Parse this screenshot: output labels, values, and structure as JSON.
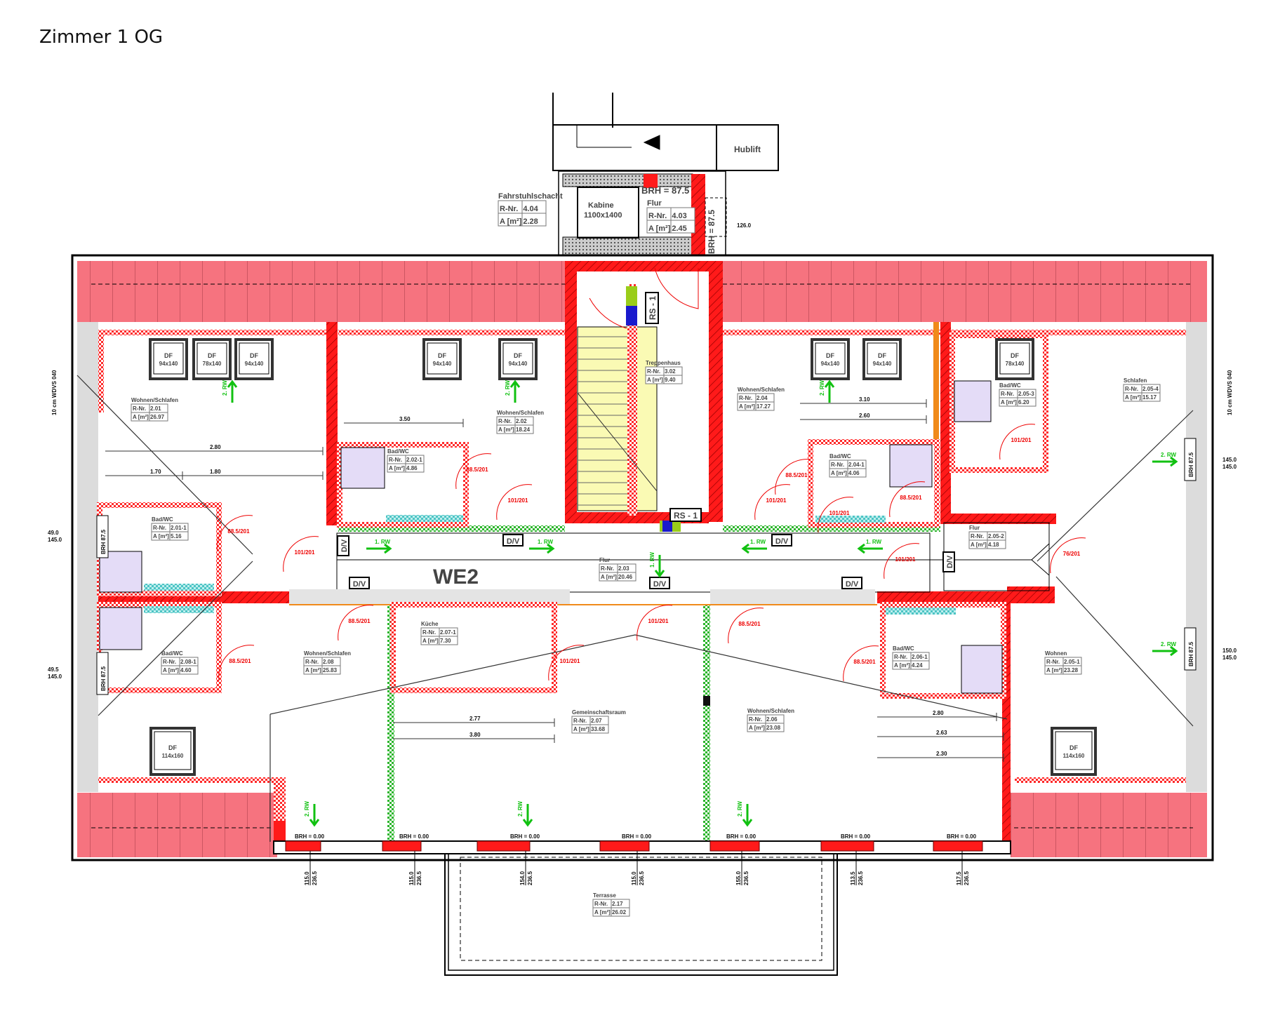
{
  "title": "Zimmer 1 OG",
  "unit_label": "WE2",
  "rooms": [
    {
      "name": "Fahrstuhlschacht",
      "r_nr": "4.04",
      "area": "2.28"
    },
    {
      "name": "Flur",
      "r_nr": "4.03",
      "area": "2.45"
    },
    {
      "name": "Treppenhaus",
      "r_nr": "3.02",
      "area": "9.40"
    },
    {
      "name": "Wohnen/Schlafen",
      "r_nr": "2.01",
      "area": "26.97"
    },
    {
      "name": "Bad/WC",
      "r_nr": "2.01-1",
      "area": "5.16"
    },
    {
      "name": "Wohnen/Schlafen",
      "r_nr": "2.02",
      "area": "18.24"
    },
    {
      "name": "Bad/WC",
      "r_nr": "2.02-1",
      "area": "4.86"
    },
    {
      "name": "Flur",
      "r_nr": "2.03",
      "area": "20.46"
    },
    {
      "name": "Wohnen/Schlafen",
      "r_nr": "2.04",
      "area": "17.27"
    },
    {
      "name": "Bad/WC",
      "r_nr": "2.04-1",
      "area": "4.06"
    },
    {
      "name": "Bad/WC",
      "r_nr": "2.05-3",
      "area": "6.20"
    },
    {
      "name": "Schlafen",
      "r_nr": "2.05-4",
      "area": "15.17"
    },
    {
      "name": "Flur",
      "r_nr": "2.05-2",
      "area": "4.18"
    },
    {
      "name": "Wohnen",
      "r_nr": "2.05-1",
      "area": "23.28"
    },
    {
      "name": "Bad/WC",
      "r_nr": "2.06-1",
      "area": "4.24"
    },
    {
      "name": "Wohnen/Schlafen",
      "r_nr": "2.06",
      "area": "23.08"
    },
    {
      "name": "Gemeinschaftsraum",
      "r_nr": "2.07",
      "area": "33.68"
    },
    {
      "name": "Küche",
      "r_nr": "2.07-1",
      "area": "7.30"
    },
    {
      "name": "Wohnen/Schlafen",
      "r_nr": "2.08",
      "area": "25.83"
    },
    {
      "name": "Bad/WC",
      "r_nr": "2.08-1",
      "area": "4.60"
    },
    {
      "name": "Terrasse",
      "r_nr": "2.17",
      "area": "26.02"
    }
  ],
  "room_table": {
    "r_nr_label": "R-Nr.",
    "area_label": "A [m²]"
  },
  "elevator": {
    "cabin": "Kabine",
    "cabin_size": "1100x1400",
    "lift": "Hublift",
    "brh_h": "BRH = 87.5",
    "brh_v": "BRH = 87.5",
    "dim": "126.0"
  },
  "windows": [
    {
      "type": "DF",
      "size": "94x140"
    },
    {
      "type": "DF",
      "size": "78x140"
    },
    {
      "type": "DF",
      "size": "94x140"
    },
    {
      "type": "DF",
      "size": "94x140"
    },
    {
      "type": "DF",
      "size": "94x140"
    },
    {
      "type": "DF",
      "size": "94x140"
    },
    {
      "type": "DF",
      "size": "94x140"
    },
    {
      "type": "DF",
      "size": "78x140"
    },
    {
      "type": "DF",
      "size": "114x160"
    },
    {
      "type": "DF",
      "size": "114x160"
    }
  ],
  "dv_tags": [
    "D/V",
    "D/V",
    "D/V",
    "D/V",
    "D/V",
    "D/V",
    "D/V"
  ],
  "rs_tags": [
    "RS - 1",
    "RS - 1"
  ],
  "escape_routes": [
    "1. RW",
    "1. RW",
    "1. RW",
    "1. RW",
    "1. RW",
    "2. RW",
    "2. RW",
    "2. RW",
    "2. RW",
    "2. RW",
    "2. RW",
    "2. RW",
    "2. RW"
  ],
  "doors": [
    "101/201",
    "88.5/201",
    "88.5/201",
    "101/201",
    "101/201",
    "88.5/201",
    "101/201",
    "88.5/201",
    "101/201",
    "76/201",
    "101/201",
    "88.5/201",
    "88.5/201",
    "101/201",
    "88.5/201",
    "88.5/201",
    "101/201"
  ],
  "brh_bottom": [
    "BRH = 0.00",
    "BRH = 0.00",
    "BRH = 0.00",
    "BRH = 0.00",
    "BRH = 0.00",
    "BRH = 0.00",
    "BRH = 0.00"
  ],
  "sill_dims": [
    {
      "a": "115.0",
      "b": "236.5"
    },
    {
      "a": "115.0",
      "b": "236.5"
    },
    {
      "a": "154.0",
      "b": "236.5"
    },
    {
      "a": "115.0",
      "b": "236.5"
    },
    {
      "a": "155.0",
      "b": "236.5"
    },
    {
      "a": "113.5",
      "b": "236.5"
    },
    {
      "a": "117.5",
      "b": "236.5"
    }
  ],
  "side_labels": {
    "insulation_left": "10 cm WDVS 040",
    "insulation_right": "10 cm WDVS 040",
    "left_top": {
      "a": "49.0",
      "b": "145.0"
    },
    "left_bottom": {
      "a": "49.5",
      "b": "145.0"
    },
    "right_top": {
      "a": "145.0",
      "b": "145.0"
    },
    "right_bottom": {
      "a": "150.0",
      "b": "145.0"
    },
    "brh_side": "BRH 87.5"
  },
  "dimensions": [
    "2.80",
    "1.80",
    "1.70",
    "3.50",
    "3.10",
    "2.60",
    "2.80",
    "2.77",
    "3.80",
    "2.30",
    "2.63"
  ],
  "colors": {
    "wall": "#ff1a1a",
    "roof": "#f6737f",
    "green_wall": "#2cb52c",
    "stairs": "#fafab4",
    "bath_fill": "#e4dcf7",
    "teal": "#4cc4c4",
    "escape": "#11c111"
  }
}
